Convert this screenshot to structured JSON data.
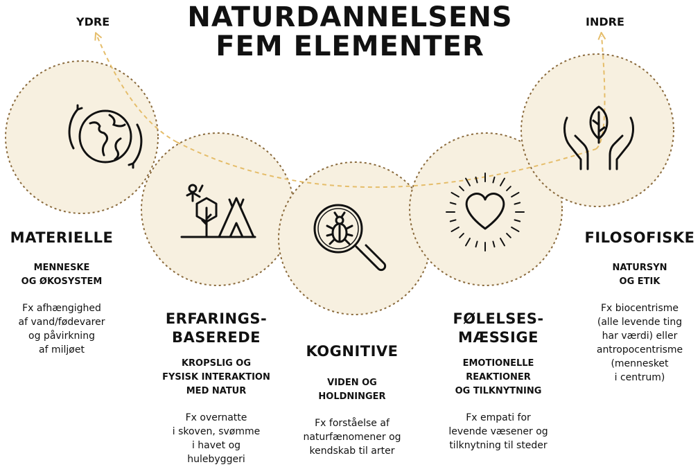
{
  "title": [
    "NATURDANNELSENS",
    "FEM ELEMENTER"
  ],
  "outer_label": "YDRE",
  "inner_label": "INDRE",
  "colors": {
    "circle_fill": "#f7f0e0",
    "circle_stroke": "#8a6a3c",
    "arrow": "#e5bd6a",
    "text": "#111111"
  },
  "elements": [
    {
      "heading": "MATERIELLE",
      "subheading": "MENNESKE\nOG ØKOSYSTEM",
      "description": "Fx afhængighed\naf vand/fødevarer\nog påvirkning\naf miljøet",
      "icon": "earth-cycle-icon"
    },
    {
      "heading": "ERFARINGS-\nBASEREDE",
      "subheading": "KROPSLIG OG\nFYSISK INTERAKTION\nMED NATUR",
      "description": "Fx overnatte\ni skoven, svømme\ni havet og\nhulebyggeri",
      "icon": "tent-tree-icon"
    },
    {
      "heading": "KOGNITIVE",
      "subheading": "VIDEN OG\nHOLDNINGER",
      "description": "Fx forståelse af\nnaturfænomener og\nkendskab til arter",
      "icon": "magnifier-bug-icon"
    },
    {
      "heading": "FØLELSES-\nMÆSSIGE",
      "subheading": "EMOTIONELLE\nREAKTIONER\nOG TILKNYTNING",
      "description": "Fx empati for\nlevende væsener og\ntilknytning til steder",
      "icon": "radiant-heart-icon"
    },
    {
      "heading": "FILOSOFISKE",
      "subheading": "NATURSYN\nOG ETIK",
      "description": "Fx biocentrisme\n(alle levende ting\nhar værdi) eller\nantropocentrisme\n(mennesket\ni centrum)",
      "icon": "hands-leaf-icon"
    }
  ]
}
